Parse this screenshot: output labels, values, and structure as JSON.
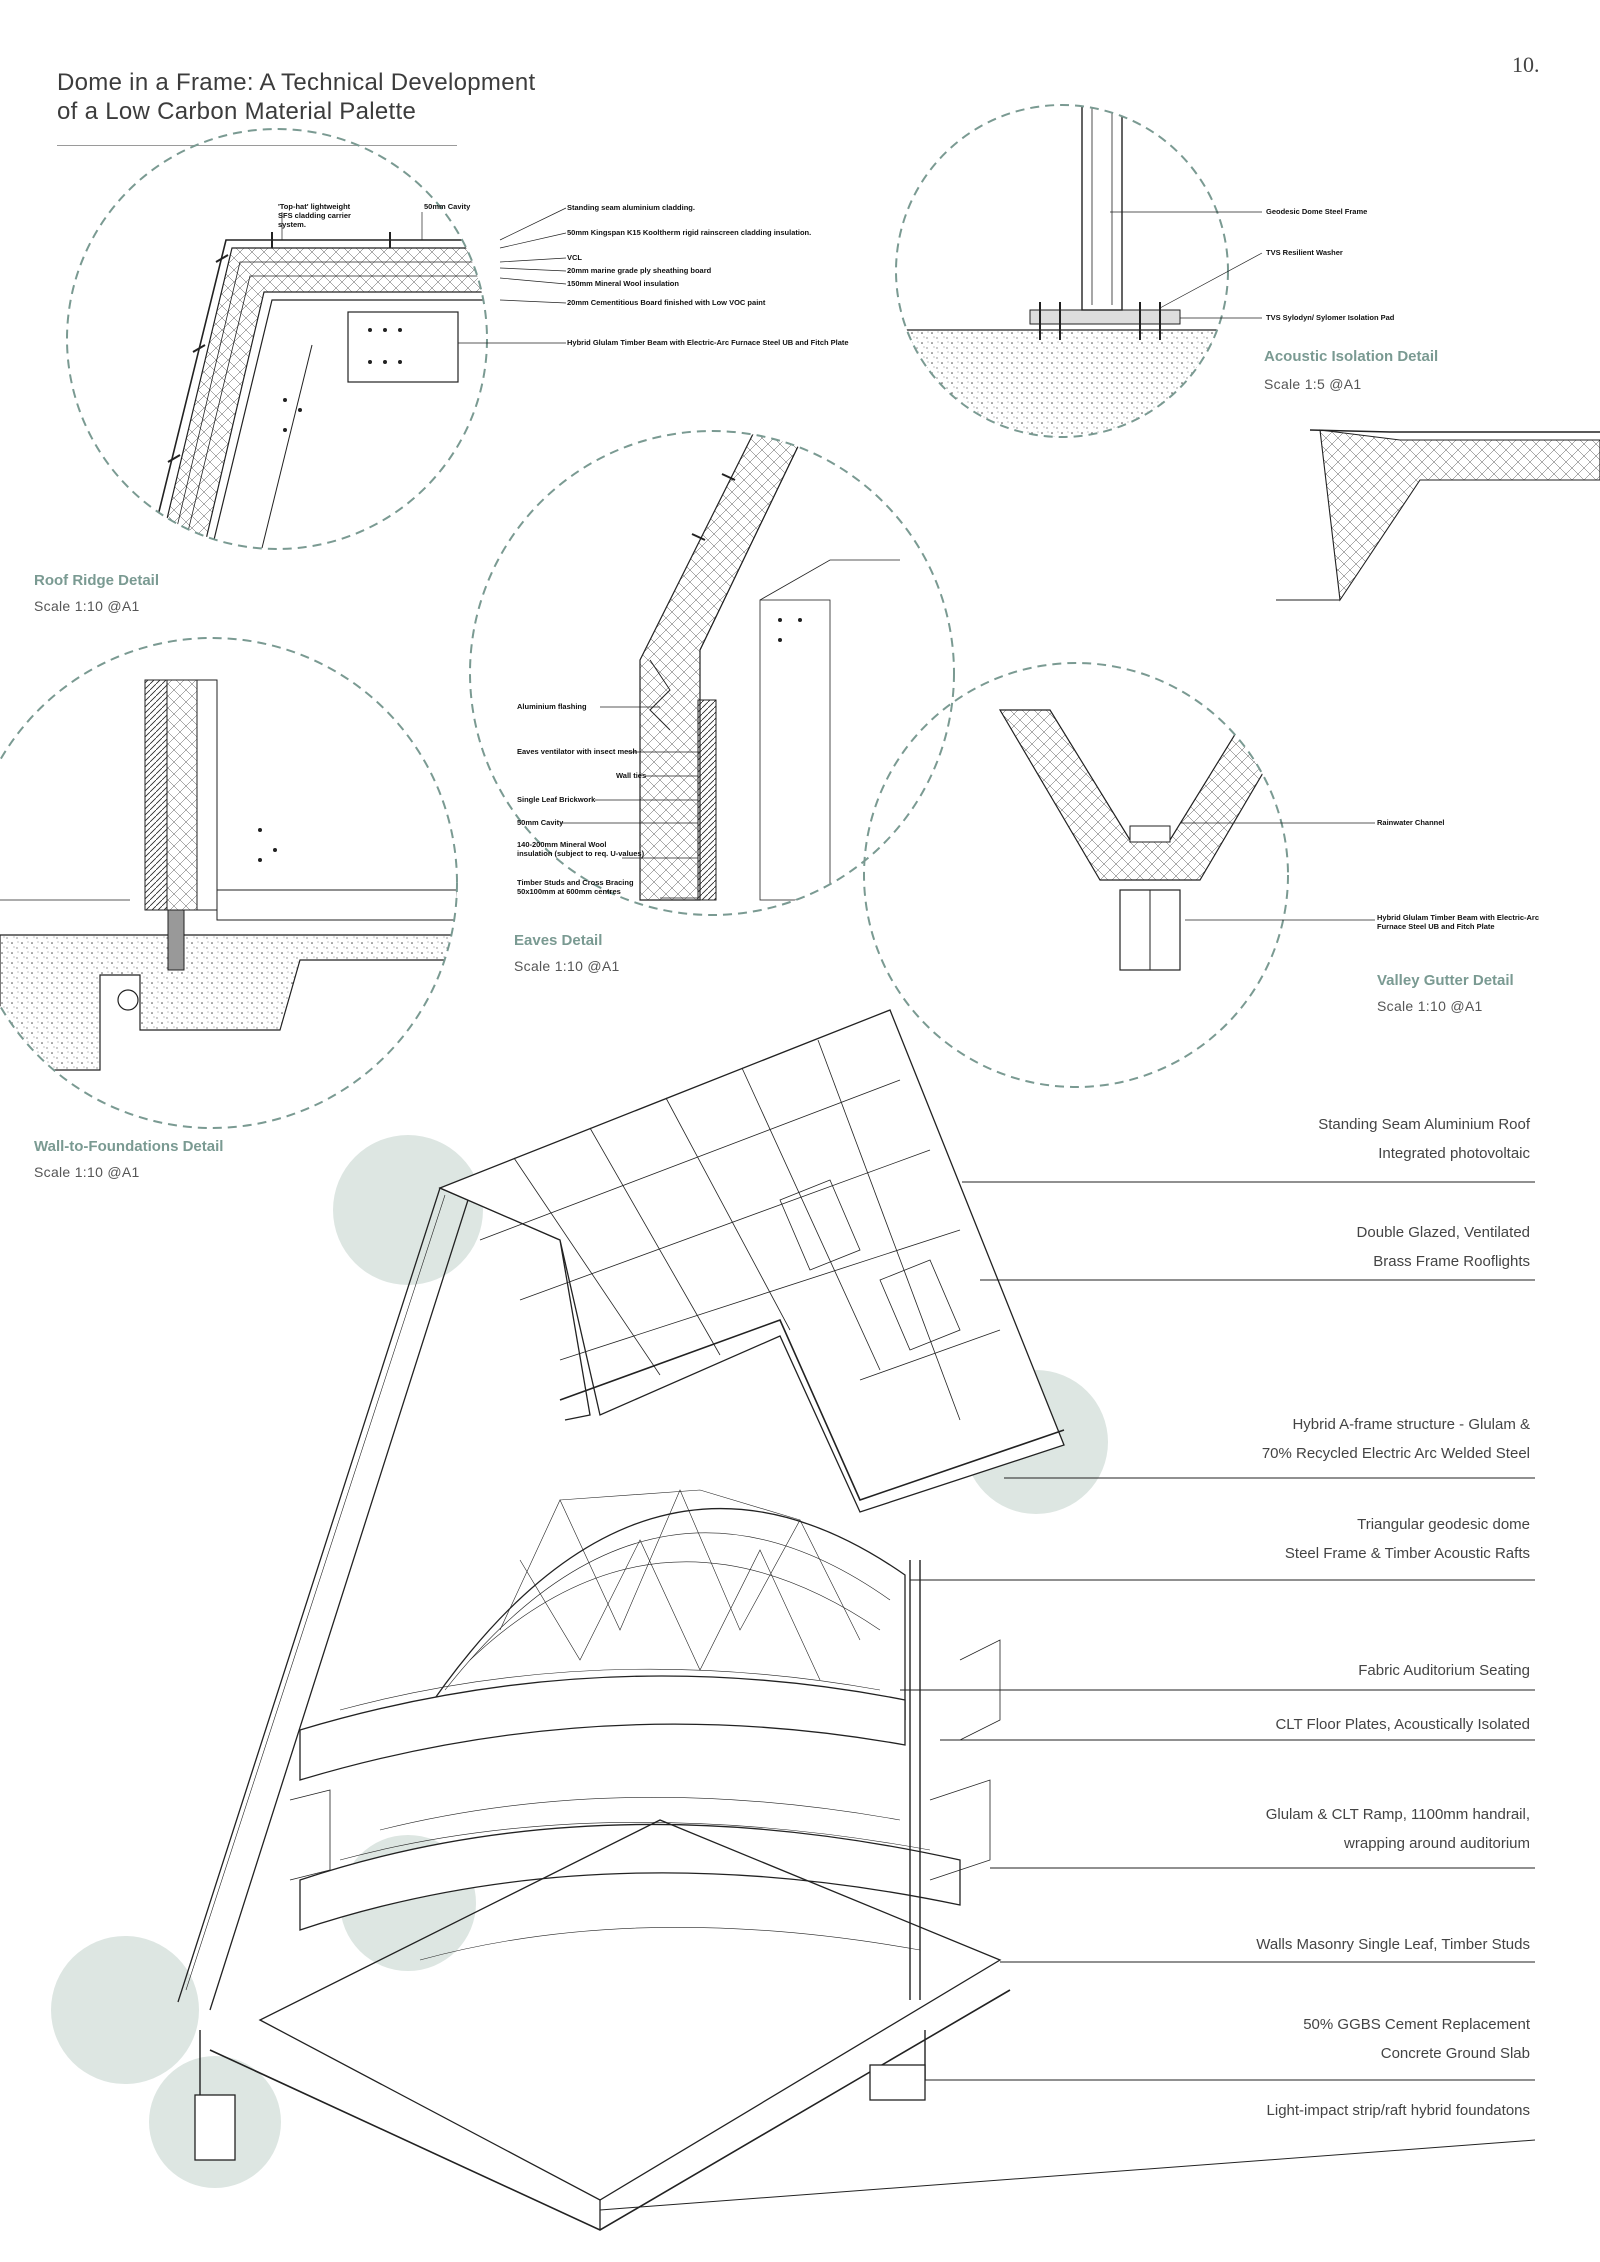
{
  "page": {
    "title": "Dome in a Frame: A Technical Development\nof a Low Carbon Material Palette",
    "number": "10."
  },
  "colors": {
    "accent": "#7a9a92",
    "circle_fill": "#dde6e2",
    "ink": "#222222"
  },
  "details": {
    "roof_ridge": {
      "title": "Roof Ridge Detail",
      "scale": "Scale 1:10 @A1",
      "notes": {
        "tophat": "'Top-hat' lightweight\nSFS cladding carrier\nsystem.",
        "cavity": "50mm Cavity",
        "seam": "Standing seam aluminium cladding.",
        "kingspan": "50mm Kingspan K15 Kooltherm rigid rainscreen cladding insulation.",
        "vcl": "VCL",
        "ply": "20mm marine grade ply sheathing board",
        "wool": "150mm Mineral Wool insulation",
        "board": "20mm Cementitious Board finished with Low VOC paint",
        "beam": "Hybrid Glulam Timber Beam with Electric-Arc Furnace Steel UB and Fitch Plate"
      }
    },
    "acoustic": {
      "title": "Acoustic Isolation Detail",
      "scale": "Scale 1:5 @A1",
      "notes": {
        "frame": "Geodesic Dome Steel Frame",
        "washer": "TVS Resilient Washer",
        "pad": "TVS Sylodyn/ Sylomer Isolation Pad"
      }
    },
    "eaves": {
      "title": "Eaves Detail",
      "scale": "Scale 1:10 @A1",
      "notes": {
        "flashing": "Aluminium flashing",
        "ventilator": "Eaves ventilator with insect mesh",
        "ties": "Wall ties",
        "brick": "Single Leaf Brickwork",
        "cavity": "50mm Cavity",
        "wool": "140-200mm Mineral Wool\ninsulation (subject to req. U-values)",
        "studs": "Timber Studs and Cross Bracing\n50x100mm at 600mm centres"
      }
    },
    "valley": {
      "title": "Valley Gutter Detail",
      "scale": "Scale 1:10 @A1",
      "notes": {
        "channel": "Rainwater Channel",
        "beam": "Hybrid Glulam Timber Beam with Electric-Arc\nFurnace Steel UB and Fitch Plate"
      }
    },
    "wall": {
      "title": "Wall-to-Foundations Detail",
      "scale": "Scale 1:10 @A1"
    }
  },
  "main_labels": [
    "Standing Seam Aluminium Roof\nIntegrated photovoltaic",
    "Double Glazed, Ventilated\nBrass Frame Rooflights",
    "Hybrid A-frame structure - Glulam &\n70% Recycled Electric Arc Welded Steel",
    "Triangular geodesic dome\nSteel Frame & Timber Acoustic Rafts",
    "Fabric Auditorium Seating",
    "CLT Floor Plates, Acoustically Isolated",
    "Glulam & CLT Ramp, 1100mm handrail,\nwrapping around auditorium",
    "Walls Masonry Single Leaf, Timber Studs",
    "50% GGBS Cement Replacement\nConcrete Ground Slab",
    "Light-impact strip/raft hybrid foundatons"
  ]
}
